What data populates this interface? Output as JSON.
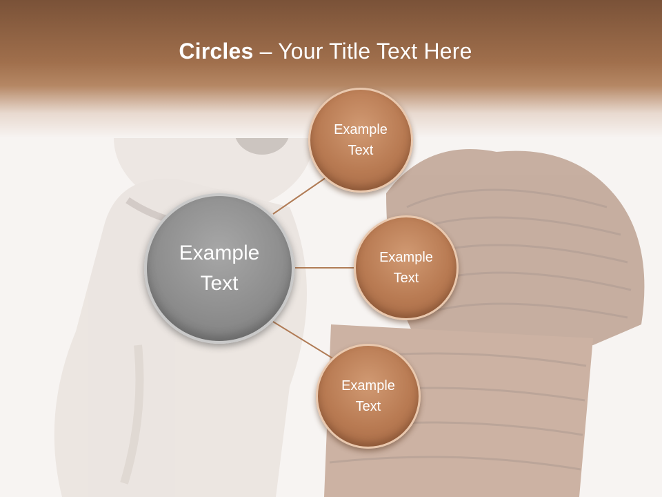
{
  "slide": {
    "title_bold": "Circles",
    "title_rest": " – Your Title Text Here"
  },
  "diagram": {
    "center": {
      "label": "Example Text"
    },
    "nodes": [
      {
        "label": "Example Text"
      },
      {
        "label": "Example Text"
      },
      {
        "label": "Example Text"
      }
    ]
  },
  "colors": {
    "header_brown": "#7a5238",
    "node_fill": "#b87a52",
    "center_fill": "#8e8e8e",
    "connector": "#b07b55",
    "background": "#f7f4f2"
  },
  "background_image": {
    "subject": "puppy-with-wicker-basket"
  }
}
